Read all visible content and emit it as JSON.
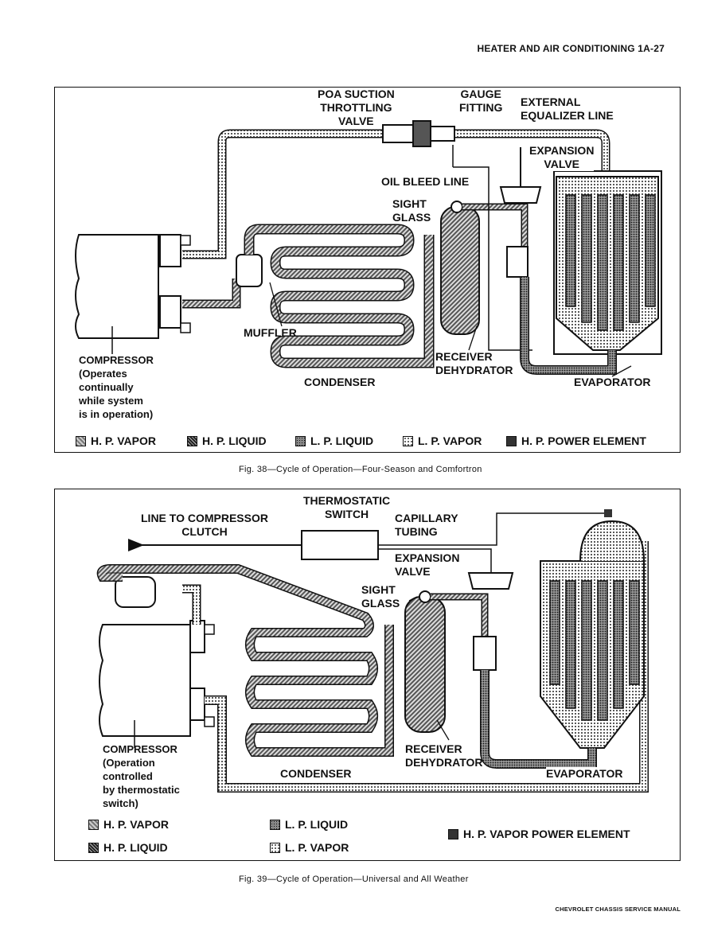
{
  "header": "HEATER AND AIR CONDITIONING 1A-27",
  "footer": "CHEVROLET CHASSIS SERVICE MANUAL",
  "fig38": {
    "caption": "Fig. 38—Cycle of Operation—Four-Season and Comfortron",
    "labels": {
      "poa_1": "POA SUCTION",
      "poa_2": "THROTTLING",
      "poa_3": "VALVE",
      "gauge_1": "GAUGE",
      "gauge_2": "FITTING",
      "ext_1": "EXTERNAL",
      "ext_2": "EQUALIZER LINE",
      "exp_1": "EXPANSION",
      "exp_2": "VALVE",
      "oil": "OIL BLEED LINE",
      "sight_1": "SIGHT",
      "sight_2": "GLASS",
      "muffler": "MUFFLER",
      "receiver_1": "RECEIVER",
      "receiver_2": "DEHYDRATOR",
      "condenser": "CONDENSER",
      "evaporator": "EVAPORATOR",
      "comp_1": "COMPRESSOR",
      "comp_2": "(Operates",
      "comp_3": "continually",
      "comp_4": "while system",
      "comp_5": "is in operation)"
    },
    "legend": [
      "H. P. VAPOR",
      "H. P. LIQUID",
      "L. P. LIQUID",
      "L. P. VAPOR",
      "H. P. POWER ELEMENT"
    ]
  },
  "fig39": {
    "caption": "Fig. 39—Cycle of Operation—Universal and All Weather",
    "labels": {
      "therm_1": "THERMOSTATIC",
      "therm_2": "SWITCH",
      "line_1": "LINE TO COMPRESSOR",
      "line_2": "CLUTCH",
      "cap_1": "CAPILLARY",
      "cap_2": "TUBING",
      "exp_1": "EXPANSION",
      "exp_2": "VALVE",
      "sight_1": "SIGHT",
      "sight_2": "GLASS",
      "receiver_1": "RECEIVER",
      "receiver_2": "DEHYDRATOR",
      "condenser": "CONDENSER",
      "evaporator": "EVAPORATOR",
      "comp_1": "COMPRESSOR",
      "comp_2": "(Operation",
      "comp_3": "controlled",
      "comp_4": "by thermostatic",
      "comp_5": "switch)"
    },
    "legend": [
      "H. P. VAPOR",
      "L. P. LIQUID",
      "H. P. VAPOR POWER ELEMENT",
      "H. P. LIQUID",
      "L. P. VAPOR"
    ]
  }
}
